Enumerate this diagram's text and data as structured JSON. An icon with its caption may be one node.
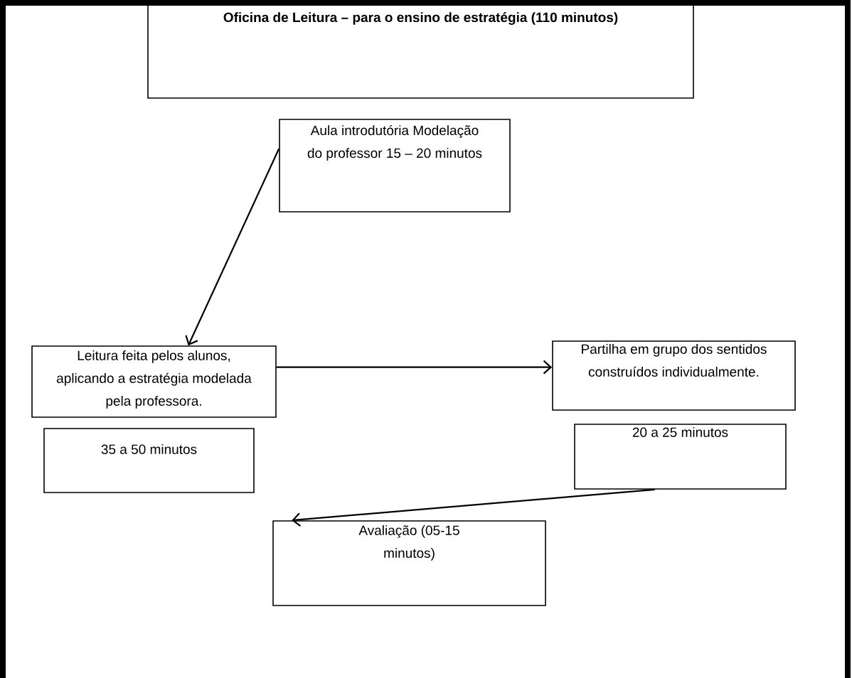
{
  "diagram": {
    "nodes": [
      {
        "text": [
          "Oficina de Leitura – para o ensino de estratégia (110 minutos)"
        ]
      },
      {
        "text": [
          "Aula introdutória Modelação do professor 15 – 20 minutos"
        ]
      },
      {
        "text": [
          "Leitura feita pelos alunos, aplicando a estratégia modelada pela professora."
        ]
      },
      {
        "text": [
          "35 a 50 minutos"
        ]
      },
      {
        "text": [
          "Partilha em grupo dos sentidos construídos individualmente."
        ]
      },
      {
        "text": [
          "20 a 25 minutos"
        ]
      },
      {
        "text": [
          "Avaliação (05-15 minutos)"
        ]
      }
    ],
    "edges": [
      {
        "from": 1,
        "to": 2,
        "arrow": "to"
      },
      {
        "from": 2,
        "to": 4,
        "arrow": "to"
      },
      {
        "from": 5,
        "to": 6,
        "arrow": "to"
      }
    ]
  }
}
